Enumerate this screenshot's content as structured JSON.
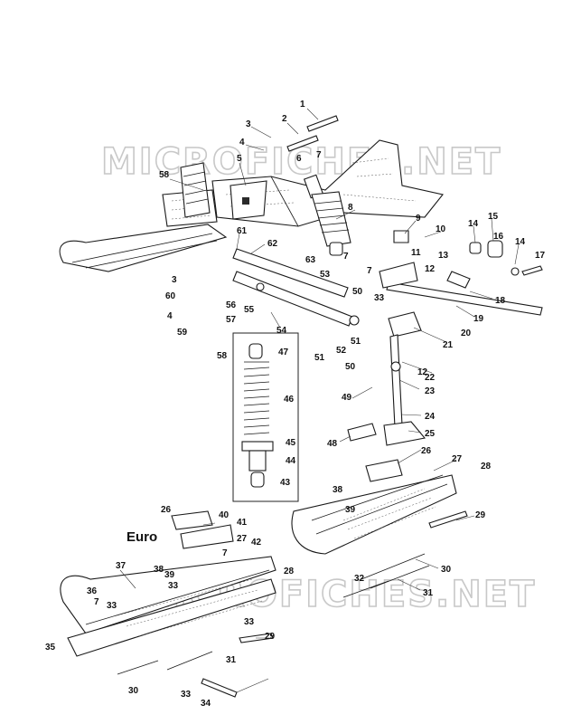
{
  "watermark": "MICROFICHES.NET",
  "region_label": "Euro",
  "part_numbers": [
    "1",
    "2",
    "3",
    "4",
    "5",
    "6",
    "7",
    "8",
    "9",
    "10",
    "11",
    "12",
    "13",
    "14",
    "15",
    "16",
    "17",
    "18",
    "19",
    "20",
    "21",
    "22",
    "23",
    "24",
    "25",
    "26",
    "27",
    "28",
    "29",
    "30",
    "31",
    "32",
    "33",
    "34",
    "35",
    "36",
    "37",
    "38",
    "39",
    "40",
    "41",
    "42",
    "43",
    "44",
    "45",
    "46",
    "47",
    "48",
    "49",
    "50",
    "51",
    "52",
    "53",
    "54",
    "55",
    "56",
    "57",
    "58",
    "59",
    "60",
    "61",
    "62",
    "63"
  ]
}
